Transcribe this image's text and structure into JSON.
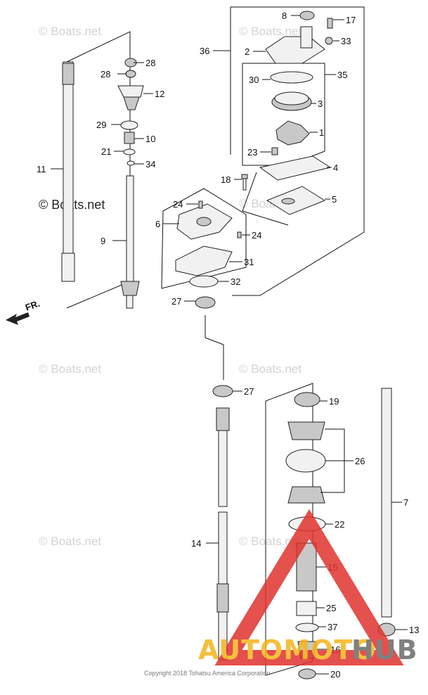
{
  "watermark": {
    "text": "© Boats.net"
  },
  "fr_arrow_label": "FR.",
  "copyright": "Copyright 2018 Tohatsu America Corporation",
  "brand": {
    "text_a": "AUTOMOTO",
    "text_b": "HUB",
    "color_a": "#f5b51b",
    "color_b": "#6b6b6b",
    "logo_color": "#e0322e"
  },
  "parts": {
    "p1": "1",
    "p2": "2",
    "p3": "3",
    "p4": "4",
    "p5": "5",
    "p6": "6",
    "p7": "7",
    "p8": "8",
    "p9": "9",
    "p10": "10",
    "p11": "11",
    "p12": "12",
    "p13": "13",
    "p14": "14",
    "p15": "15",
    "p16": "16",
    "p17": "17",
    "p18": "18",
    "p19": "19",
    "p20": "20",
    "p21": "21",
    "p22": "22",
    "p23": "23",
    "p24a": "24",
    "p24b": "24",
    "p25": "25",
    "p26": "26",
    "p27a": "27",
    "p27b": "27",
    "p28a": "28",
    "p28b": "28",
    "p29": "29",
    "p30": "30",
    "p31": "31",
    "p32": "32",
    "p33": "33",
    "p34": "34",
    "p35": "35",
    "p36": "36",
    "p37": "37"
  }
}
